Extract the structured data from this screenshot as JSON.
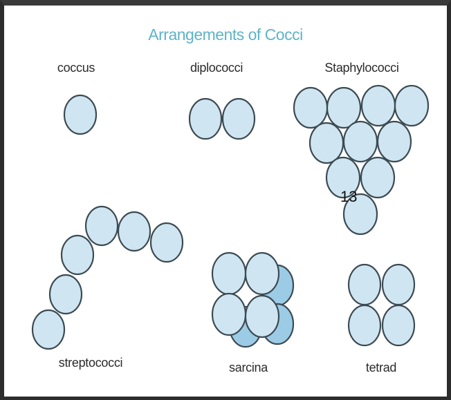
{
  "title": "Arrangements of Cocci",
  "labels": {
    "coccus": "coccus",
    "diplococci": "diplococci",
    "staphylococci": "Staphylococci",
    "streptococci": "streptococci",
    "sarcina": "sarcina",
    "tetrad": "tetrad"
  },
  "page_number": "13",
  "colors": {
    "cell_fill": "#cfe6f2",
    "cell_back_fill": "#9ccbe6",
    "cell_outline": "#3c4a52",
    "title": "#5fb4c6"
  }
}
